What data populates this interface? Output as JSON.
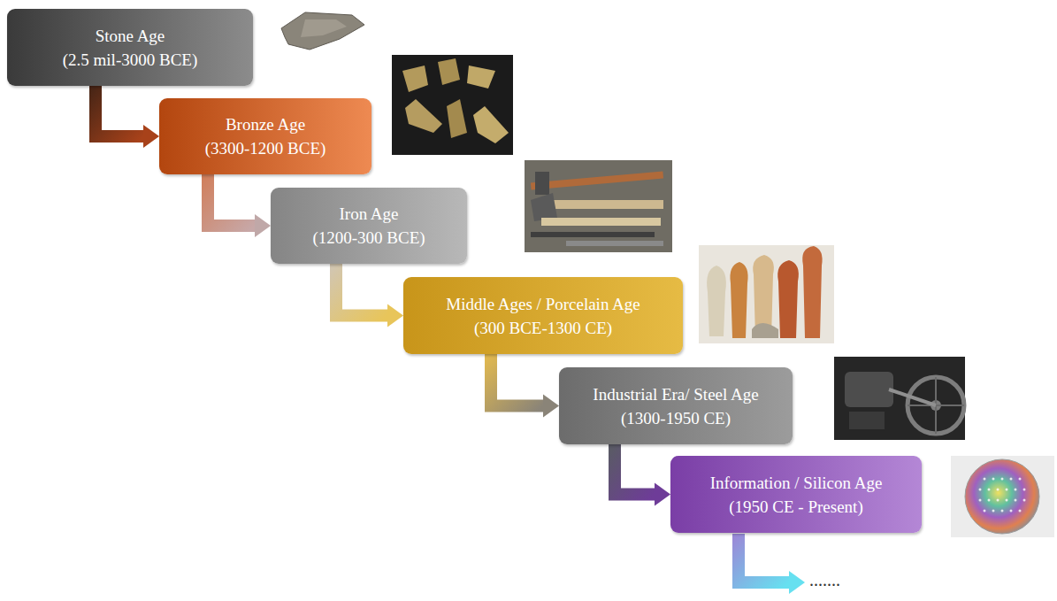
{
  "diagram": {
    "nodes": [
      {
        "text": [
          "Stone Age",
          "(2.5 mil-3000 BCE)"
        ]
      },
      {
        "text": [
          "Bronze Age",
          "(3300-1200 BCE)"
        ]
      },
      {
        "text": [
          "Iron Age",
          "(1200-300 BCE)"
        ]
      },
      {
        "text": [
          "Middle Ages / Porcelain Age",
          "(300 BCE-1300 CE)"
        ]
      },
      {
        "text": [
          "Industrial Era/ Steel Age",
          "(1300-1950 CE)"
        ]
      },
      {
        "text": [
          "Information / Silicon Age",
          "(1950 CE - Present)"
        ]
      }
    ],
    "edges": [
      {
        "from": 0,
        "to": 1,
        "arrow": "to"
      },
      {
        "from": 1,
        "to": 2,
        "arrow": "to"
      },
      {
        "from": 2,
        "to": 3,
        "arrow": "to"
      },
      {
        "from": 3,
        "to": 4,
        "arrow": "to"
      },
      {
        "from": 4,
        "to": 5,
        "arrow": "to"
      }
    ],
    "labels": [
      "......."
    ]
  }
}
